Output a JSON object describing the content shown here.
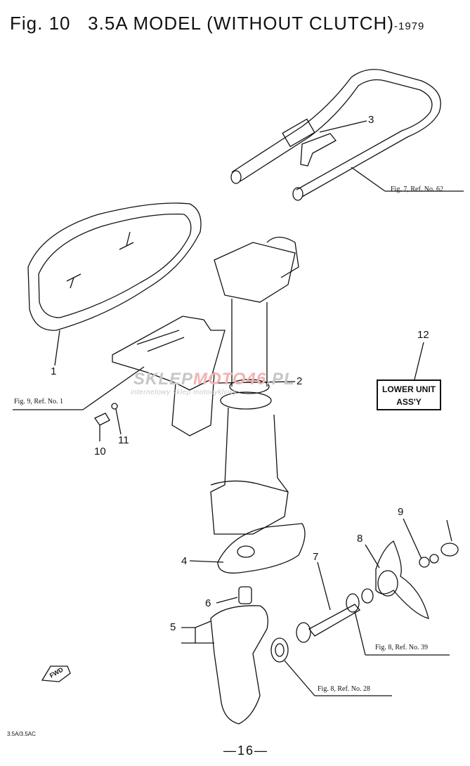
{
  "title": {
    "fig_label": "Fig. 10",
    "model": "3.5A  MODEL (WITHOUT  CLUTCH)",
    "year": "-1979"
  },
  "part_numbers": [
    "1",
    "2",
    "3",
    "4",
    "5",
    "6",
    "7",
    "8",
    "9",
    "10",
    "11",
    "12"
  ],
  "references": {
    "fig7": "Fig. 7, Ref. No. 62",
    "fig9": "Fig. 9, Ref. No. 1",
    "fig8_39": "Fig. 8, Ref. No. 39",
    "fig8_28": "Fig. 8, Ref. No. 28"
  },
  "lower_unit_box": {
    "line1": "LOWER UNIT",
    "line2": "ASS'Y"
  },
  "fwd_label": "FWD",
  "watermark": {
    "brand_prefix": "SKLEP",
    "brand_main": "MOTO46",
    "brand_suffix": ".PL",
    "tagline": "internetowy sklep motocyklowy"
  },
  "model_code": "3.5A/3.5AC",
  "page_number": "—16—"
}
